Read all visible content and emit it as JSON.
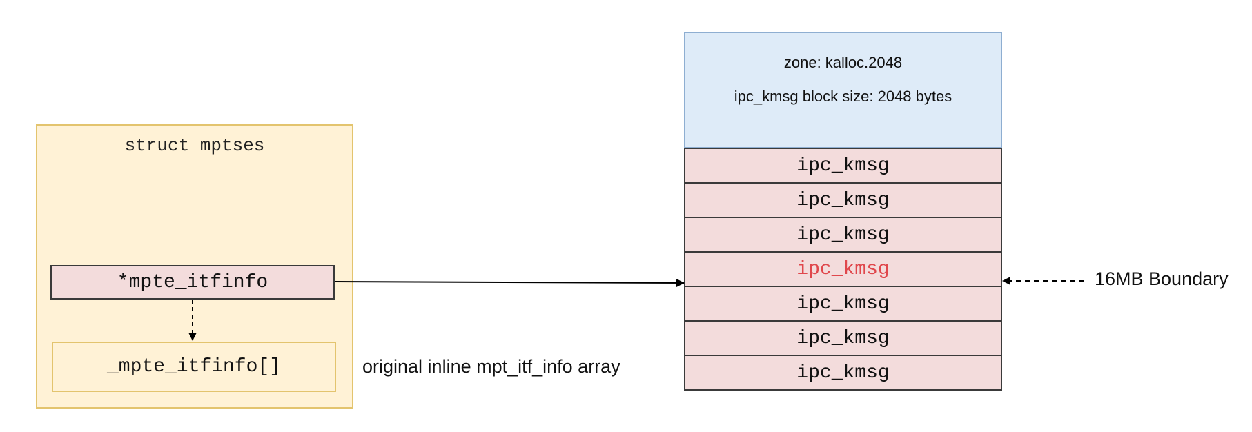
{
  "struct": {
    "title": "struct mptses",
    "pointer_field": "*mpte_itfinfo",
    "inline_field": "_mpte_itfinfo[]",
    "inline_caption": "original inline mpt_itf_info array"
  },
  "zone": {
    "name": "zone: kalloc.2048",
    "block_size": "ipc_kmsg block size: 2048 bytes",
    "blocks": [
      {
        "label": "ipc_kmsg"
      },
      {
        "label": "ipc_kmsg"
      },
      {
        "label": "ipc_kmsg"
      },
      {
        "label": "ipc_kmsg",
        "highlight": true
      },
      {
        "label": "ipc_kmsg"
      },
      {
        "label": "ipc_kmsg"
      },
      {
        "label": "ipc_kmsg"
      }
    ]
  },
  "boundary": {
    "label": "16MB Boundary"
  },
  "colors": {
    "struct_fill": "#fff2d6",
    "struct_border": "#e3c46e",
    "field_fill": "#f3dcdc",
    "zone_fill": "#deebf8",
    "zone_border": "#8eaed1",
    "highlight_text": "#e0474c"
  }
}
